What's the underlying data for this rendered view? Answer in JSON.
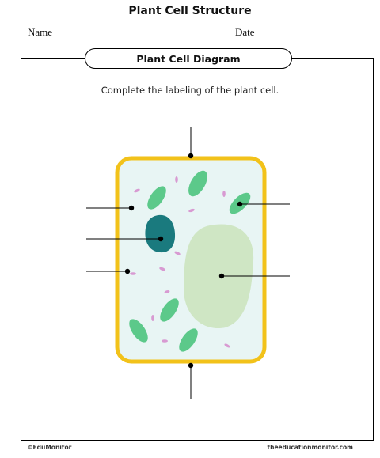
{
  "worksheet": {
    "title": "Plant Cell Structure",
    "name_label": "Name",
    "date_label": "Date",
    "section_title": "Plant Cell Diagram",
    "instruction": "Complete the labeling of the plant cell."
  },
  "footer": {
    "left": "©EduMonitor",
    "right": "theeducationmonitor.com"
  },
  "colors": {
    "cell_wall": "#f2c21a",
    "cytoplasm": "#e8f5f4",
    "chloroplast": "#5cc98a",
    "nucleus": "#1a7a7e",
    "vacuole": "#cfe6c4",
    "granules": "#d89ad2"
  },
  "diagram": {
    "label_pointers": 7,
    "icons": [
      "plant-cell-illustration"
    ]
  }
}
